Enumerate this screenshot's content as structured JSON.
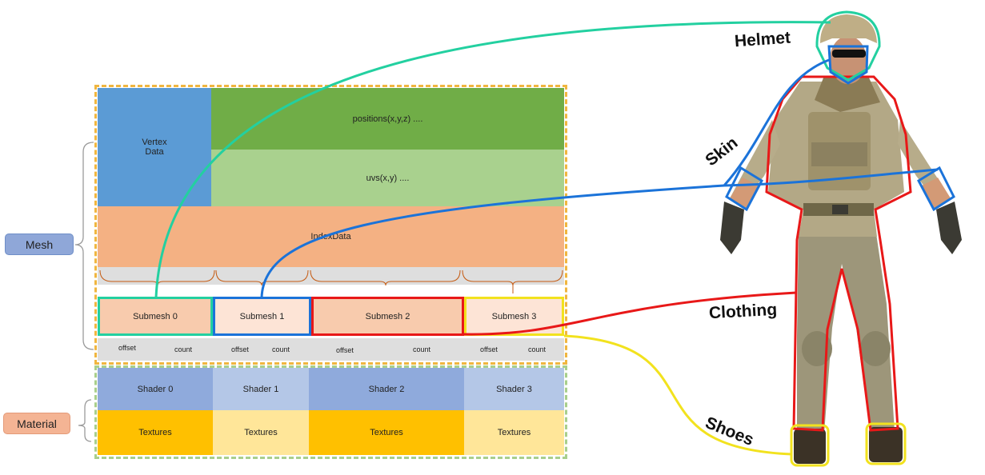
{
  "diagram": {
    "left_labels": {
      "mesh": "Mesh",
      "material": "Material"
    },
    "vertex": {
      "label_line1": "Vertex",
      "label_line2": "Data",
      "positions": "positions(x,y,z)  ....",
      "uvs": "uvs(x,y)  ...."
    },
    "index": {
      "label": "IndexData"
    },
    "submeshes": [
      {
        "label": "Submesh 0",
        "offset": "offset",
        "count": "count",
        "border_color": "#23d0a0"
      },
      {
        "label": "Submesh 1",
        "offset": "offset",
        "count": "count",
        "border_color": "#1b73d9"
      },
      {
        "label": "Submesh 2",
        "offset": "offset",
        "count": "count",
        "border_color": "#e81818"
      },
      {
        "label": "Submesh 3",
        "offset": "offset",
        "count": "count",
        "border_color": "#f2e21e"
      }
    ],
    "shaders": [
      "Shader 0",
      "Shader 1",
      "Shader 2",
      "Shader 3"
    ],
    "textures": [
      "Textures",
      "Textures",
      "Textures",
      "Textures"
    ],
    "body_labels": {
      "helmet": "Helmet",
      "skin": "Skin",
      "clothing": "Clothing",
      "shoes": "Shoes"
    }
  },
  "colors": {
    "teal": "#23d0a0",
    "blue": "#1b73d9",
    "red": "#e81818",
    "yellow": "#f2e21e",
    "mesh_border": "#f0b640",
    "material_border": "#a9cf8c"
  }
}
